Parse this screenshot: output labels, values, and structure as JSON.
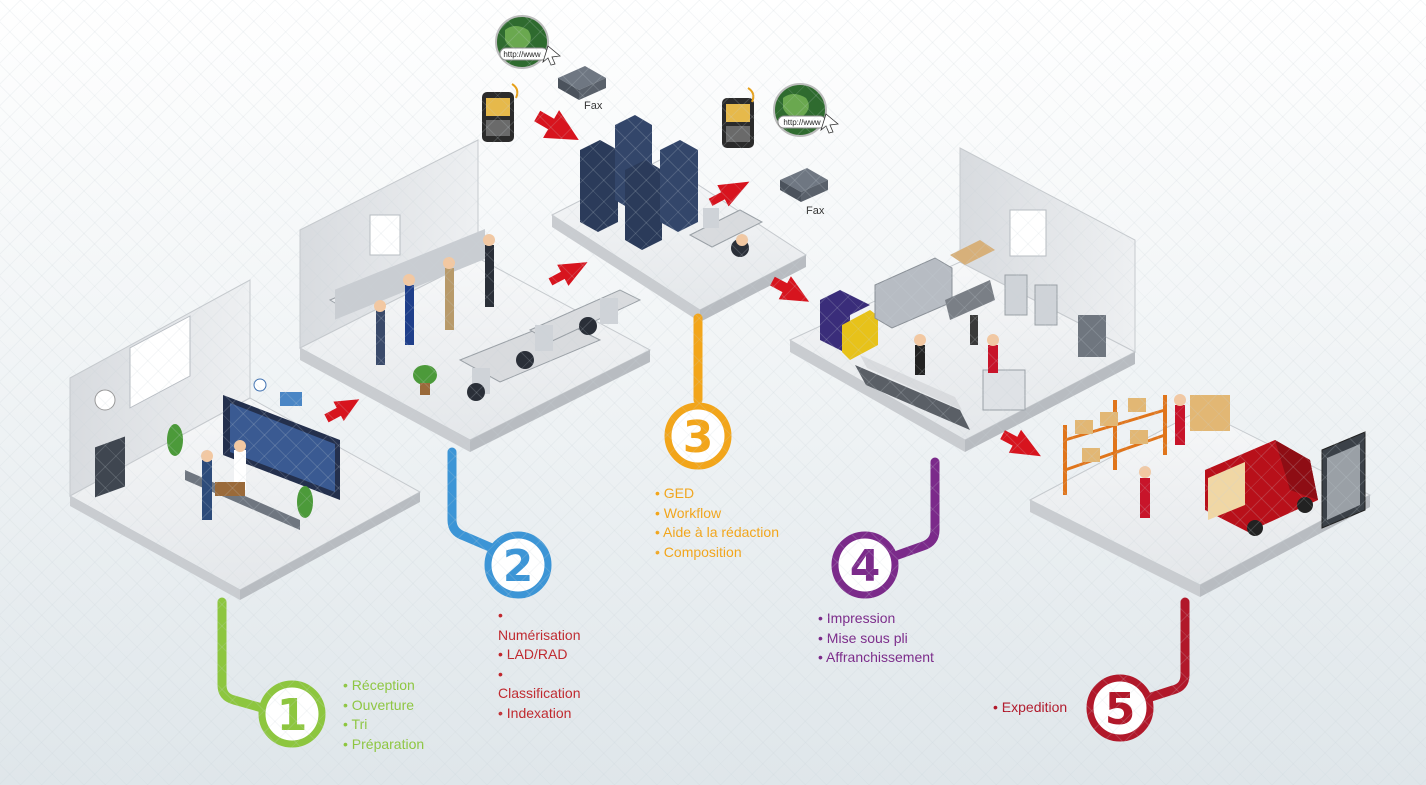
{
  "steps": [
    {
      "number": "1",
      "color": "#8dc63f",
      "items": [
        "• Réception",
        "• Ouverture",
        "• Tri",
        "• Préparation"
      ]
    },
    {
      "number": "2",
      "color": "#3c95d6",
      "items": [
        "•",
        "Numérisation",
        "• LAD/RAD",
        "•",
        "Classification",
        "• Indexation"
      ]
    },
    {
      "number": "3",
      "color": "#f2a51a",
      "items": [
        "• GED",
        "• Workflow",
        "• Aide à la rédaction",
        "• Composition"
      ]
    },
    {
      "number": "4",
      "color": "#7b2a8a",
      "items": [
        "• Impression",
        "• Mise sous pli",
        "• Affranchissement"
      ]
    },
    {
      "number": "5",
      "color": "#b1182a",
      "items": [
        "• Expedition"
      ]
    }
  ],
  "channels": {
    "fax_label_1": "Fax",
    "fax_label_2": "Fax",
    "web_label": "http://www"
  },
  "colors": {
    "arrow": "#d7141e",
    "floor": "#f2f3f4",
    "floor_side": "#c9ccd0",
    "wall": "#e5e7ea",
    "server": "#2b3b5a"
  }
}
